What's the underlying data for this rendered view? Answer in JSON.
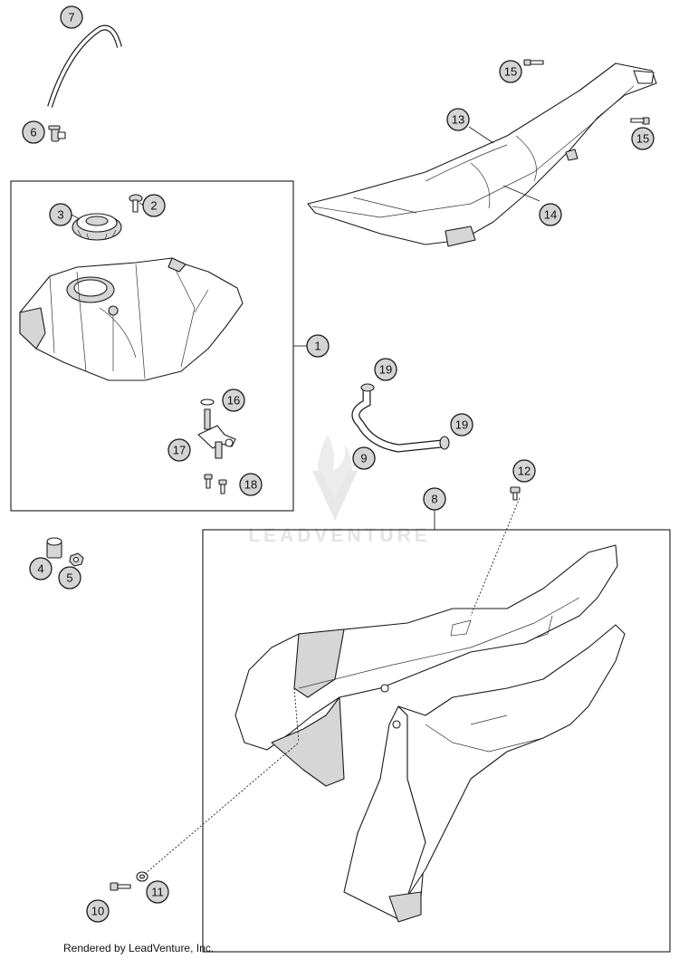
{
  "watermark": "LEADVENTURE",
  "footer": "Rendered by LeadVenture, Inc.",
  "callouts": {
    "c1": "1",
    "c2": "2",
    "c3": "3",
    "c4": "4",
    "c5": "5",
    "c6": "6",
    "c7": "7",
    "c8": "8",
    "c9": "9",
    "c10": "10",
    "c11": "11",
    "c12": "12",
    "c13": "13",
    "c14": "14",
    "c15a": "15",
    "c15b": "15",
    "c16": "16",
    "c17": "17",
    "c18": "18",
    "c19a": "19",
    "c19b": "19"
  }
}
